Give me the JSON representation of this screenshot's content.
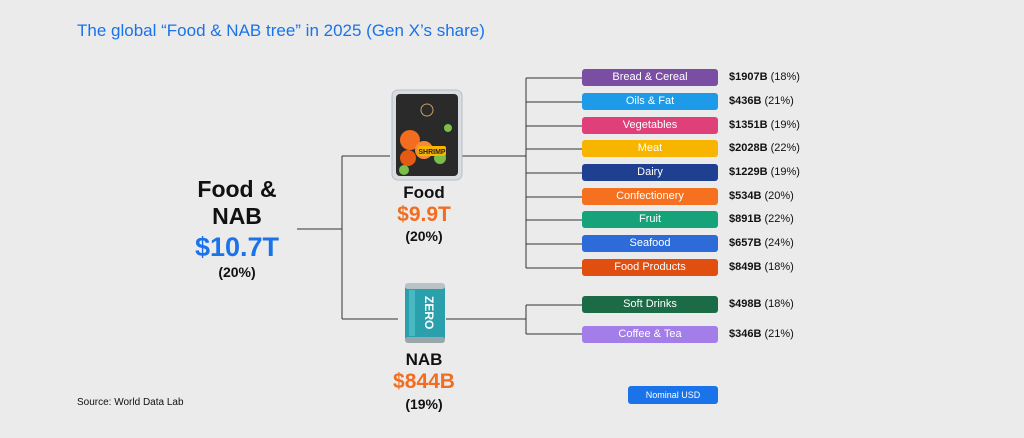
{
  "title": "The global “Food & NAB tree” in 2025 (Gen X’s share)",
  "root": {
    "name_line1": "Food &",
    "name_line2": "NAB",
    "value": "$10.7T",
    "share": "(20%)"
  },
  "food": {
    "name": "Food",
    "value": "$9.9T",
    "share": "(20%)",
    "items": [
      {
        "label": "Bread & Cereal",
        "amount": "$1907B",
        "share": "(18%)",
        "color": "#7a4fa3"
      },
      {
        "label": "Oils & Fat",
        "amount": "$436B",
        "share": "(21%)",
        "color": "#1e9be8"
      },
      {
        "label": "Vegetables",
        "amount": "$1351B",
        "share": "(19%)",
        "color": "#e0407a"
      },
      {
        "label": "Meat",
        "amount": "$2028B",
        "share": "(22%)",
        "color": "#f7b500"
      },
      {
        "label": "Dairy",
        "amount": "$1229B",
        "share": "(19%)",
        "color": "#1f3f91"
      },
      {
        "label": "Confectionery",
        "amount": "$534B",
        "share": "(20%)",
        "color": "#f5701f"
      },
      {
        "label": "Fruit",
        "amount": "$891B",
        "share": "(22%)",
        "color": "#17a37a"
      },
      {
        "label": "Seafood",
        "amount": "$657B",
        "share": "(24%)",
        "color": "#2c6bd8"
      },
      {
        "label": "Food Products",
        "amount": "$849B",
        "share": "(18%)",
        "color": "#e04e10"
      }
    ]
  },
  "nab": {
    "name": "NAB",
    "value": "$844B",
    "share": "(19%)",
    "items": [
      {
        "label": "Soft Drinks",
        "amount": "$498B",
        "share": "(18%)",
        "color": "#1b6b47"
      },
      {
        "label": "Coffee & Tea",
        "amount": "$346B",
        "share": "(21%)",
        "color": "#a37ee8"
      }
    ]
  },
  "footer": {
    "source": "Source: World Data Lab",
    "badge": "Nominal USD"
  },
  "images": {
    "food_pack_label": "SHRIMP",
    "can_label": "ZERO"
  }
}
